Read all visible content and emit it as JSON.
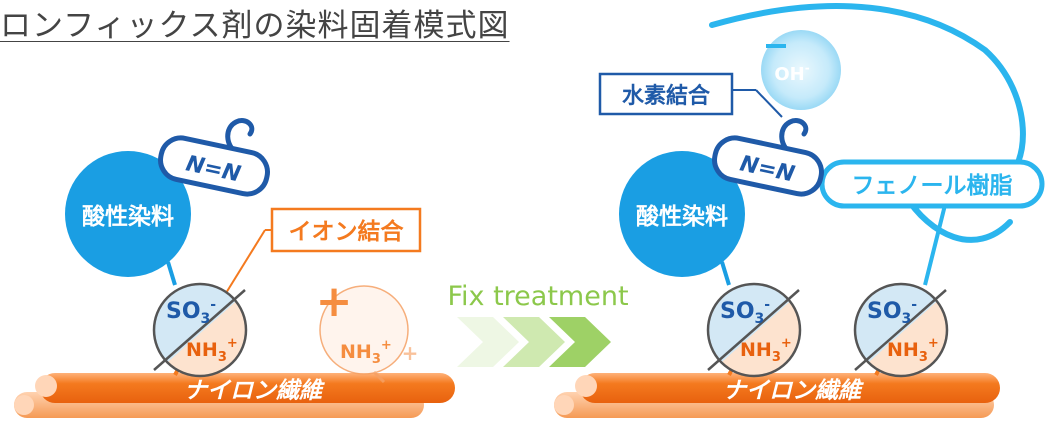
{
  "title": "ロンフィックス剤の染料固着模式図",
  "labels": {
    "acid_dye": "酸性染料",
    "azo": "N=N",
    "ionic_bond": "イオン結合",
    "hydrogen_bond": "水素結合",
    "phenolic_resin": "フェノール樹脂",
    "fix_treatment": "Fix treatment",
    "nylon_fiber": "ナイロン繊維",
    "so3": "SO",
    "so3_sub": "3",
    "so3_sup": "-",
    "nh3": "NH",
    "nh3_sub": "3",
    "nh3_sup": "+",
    "oh": "OH",
    "oh_sup": "-",
    "plus": "+",
    "minus": "−"
  },
  "colors": {
    "dye_blue": "#1a9ee3",
    "cyan": "#2bb5ee",
    "orange": "#f47a1f",
    "orange_dark": "#e8610e",
    "arrow_green": "#9ed166",
    "fix_text": "#8cc84b",
    "navy": "#1f5aa8"
  }
}
